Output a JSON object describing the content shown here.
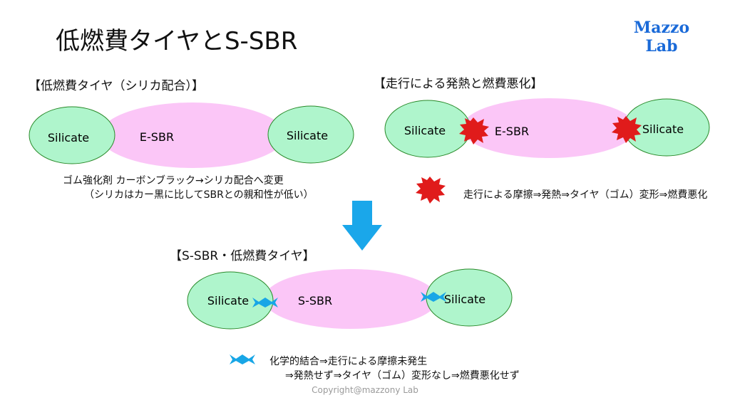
{
  "title": "低燃費タイヤとS-SBR",
  "logo": {
    "line1": "Mazzo",
    "line2": "Lab"
  },
  "colors": {
    "silicate_fill": "#aff5cc",
    "rubber_fill": "#fbc6f7",
    "burst": "#e01b1b",
    "bond": "#18a6e6",
    "arrow": "#1aa7ea",
    "logo": "#1a6ad8"
  },
  "panel_left": {
    "heading": "【低燃費タイヤ（シリカ配合）】",
    "left_particle": "Silicate",
    "rubber": "E-SBR",
    "right_particle": "Silicate",
    "note_line1": "ゴム強化剤  カーボンブラック→シリカ配合へ変更",
    "note_line2": "（シリカはカー黒に比してSBRとの親和性が低い）"
  },
  "panel_right": {
    "heading": "【走行による発熱と燃費悪化】",
    "left_particle": "Silicate",
    "rubber": "E-SBR",
    "right_particle": "Silicate",
    "legend_text": "走行による摩擦⇒発熱⇒タイヤ（ゴム）変形⇒燃費悪化"
  },
  "panel_bottom": {
    "heading": "【S-SBR・低燃費タイヤ】",
    "left_particle": "Silicate",
    "rubber": "S-SBR",
    "right_particle": "Silicate",
    "legend_line1": "化学的結合⇒走行による摩擦未発生",
    "legend_line2": "⇒発熱せず⇒タイヤ（ゴム）変形なし⇒燃費悪化せず"
  },
  "copyright": "Copyright@mazzony Lab"
}
